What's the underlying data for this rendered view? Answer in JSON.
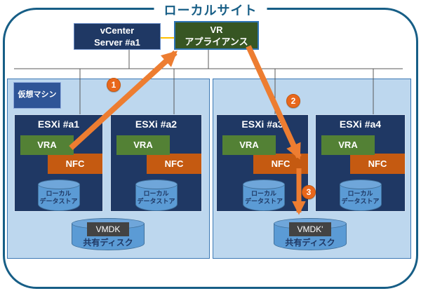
{
  "title": "ローカルサイト",
  "top_boxes": {
    "vcenter": {
      "line1": "vCenter",
      "line2": "Server #a1"
    },
    "vr_appliance": {
      "line1": "VR",
      "line2": "アプライアンス"
    }
  },
  "clusters": [
    {
      "vm_label": "仮想マシン",
      "hosts": [
        {
          "name": "ESXi #a1",
          "vra": "VRA",
          "nfc": "NFC",
          "datastore_line1": "ローカル",
          "datastore_line2": "データストア"
        },
        {
          "name": "ESXi #a2",
          "vra": "VRA",
          "nfc": "NFC",
          "datastore_line1": "ローカル",
          "datastore_line2": "データストア"
        }
      ],
      "shared_disk": {
        "vmdk_label": "VMDK",
        "label": "共有ディスク"
      }
    },
    {
      "hosts": [
        {
          "name": "ESXi #a3",
          "vra": "VRA",
          "nfc": "NFC",
          "datastore_line1": "ローカル",
          "datastore_line2": "データストア"
        },
        {
          "name": "ESXi #a4",
          "vra": "VRA",
          "nfc": "NFC",
          "datastore_line1": "ローカル",
          "datastore_line2": "データストア"
        }
      ],
      "shared_disk": {
        "vmdk_label": "VMDK'",
        "label": "共有ディスク"
      }
    }
  ],
  "step_badges": [
    {
      "label": "1"
    },
    {
      "label": "2"
    },
    {
      "label": "3"
    }
  ],
  "colors": {
    "frame": "#175E86",
    "navy_box": "#1F3864",
    "green_dark": "#375623",
    "green_vra": "#538135",
    "orange_nfc": "#C55A11",
    "orange_arrow": "#ED7D31",
    "cluster_fill": "#BDD7EE",
    "cylinder": "#5B9BD5",
    "yellow_link": "#FFC000"
  }
}
